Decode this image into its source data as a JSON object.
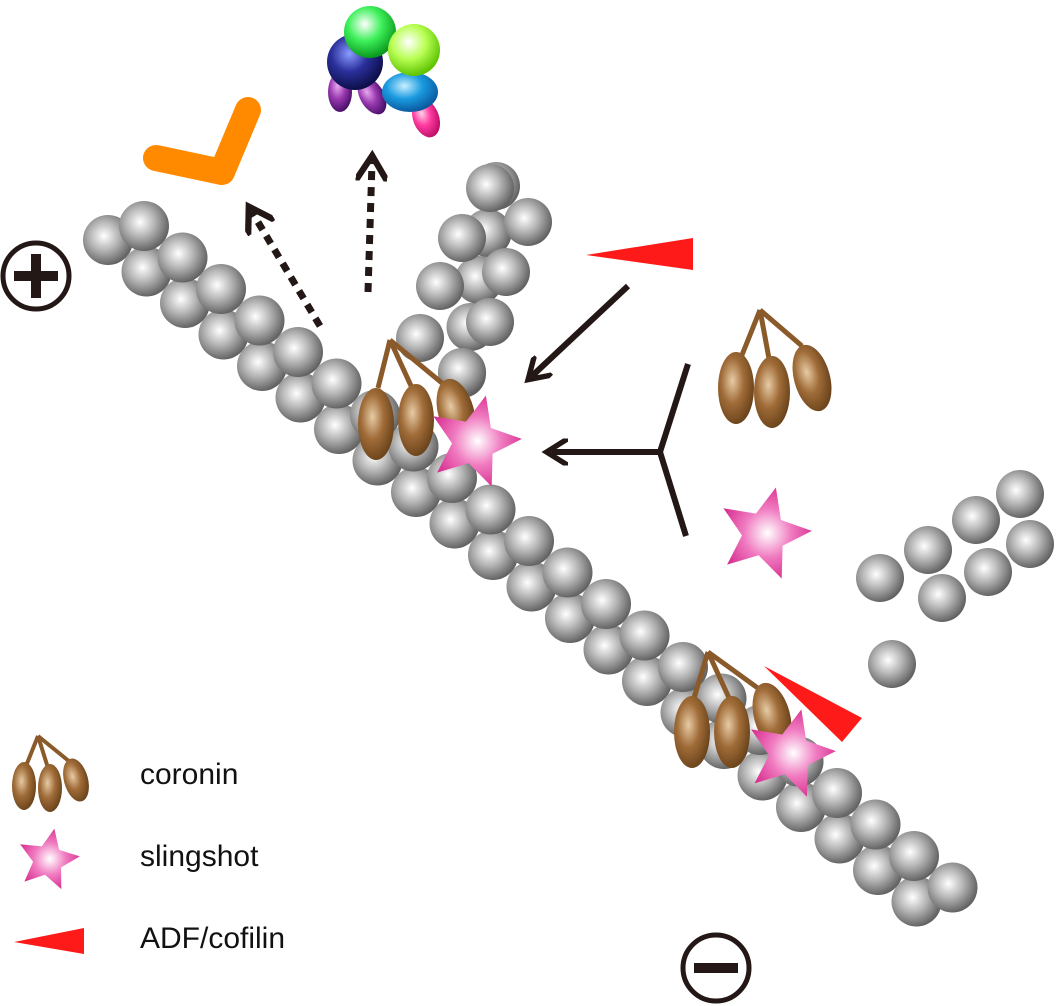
{
  "legend": {
    "items": [
      {
        "icon": "coronin-icon",
        "label": "coronin"
      },
      {
        "icon": "slingshot-icon",
        "label": "slingshot"
      },
      {
        "icon": "adf-cofilin-icon",
        "label": "ADF/cofilin"
      }
    ]
  },
  "symbols": {
    "plus_end": "plus-sign",
    "minus_end": "minus-sign"
  },
  "colors": {
    "actin": "#9a9a9a",
    "coronin": "#8a5a2b",
    "slingshot": "#e0359a",
    "adf_cofilin": "#ff1a1a",
    "orange_protein": "#ff8a00",
    "arrow": "#231815"
  }
}
